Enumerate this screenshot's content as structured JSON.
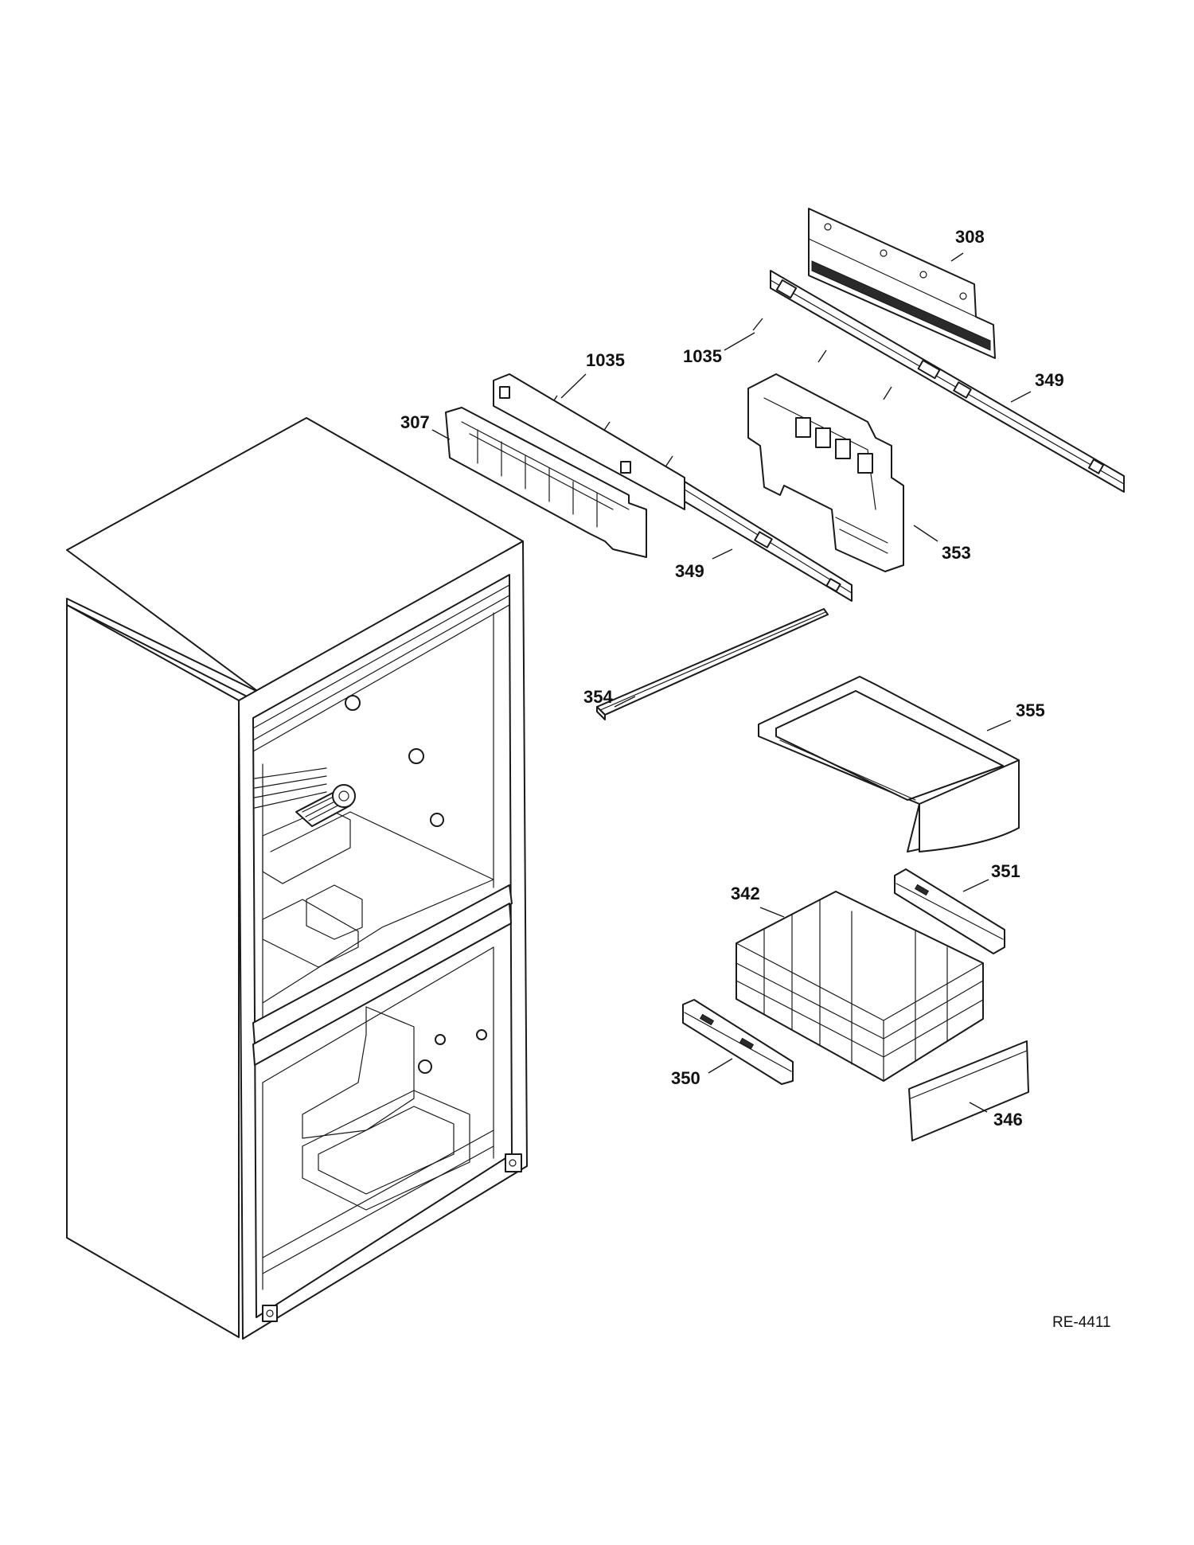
{
  "diagram": {
    "reference_code": "RE-4411",
    "callouts": {
      "c308": "308",
      "c1035a": "1035",
      "c1035b": "1035",
      "c349a": "349",
      "c307": "307",
      "c349b": "349",
      "c353": "353",
      "c354": "354",
      "c355": "355",
      "c351": "351",
      "c342": "342",
      "c350": "350",
      "c346": "346"
    }
  }
}
